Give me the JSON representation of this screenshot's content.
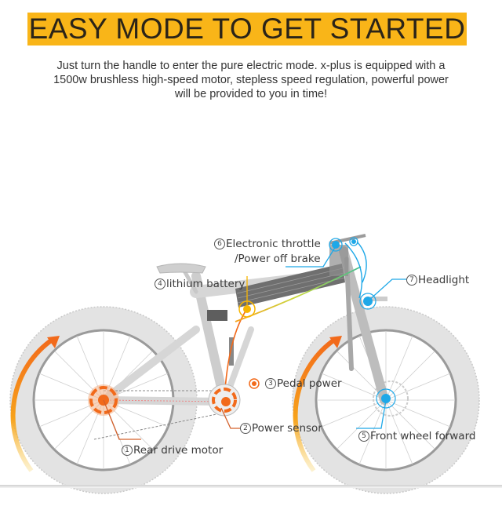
{
  "banner": {
    "title": "EASY MODE TO GET STARTED",
    "background_color": "#F9B518"
  },
  "description": {
    "lines": [
      "Just turn the handle to enter the pure electric mode. x-plus is equipped with a",
      "1500w brushless high-speed motor, stepless speed regulation, powerful power",
      "will be provided to you in time!"
    ]
  },
  "diagram": {
    "subject": "folding electric fat-tire bike",
    "colors": {
      "rear_drive": "#F26A1B",
      "battery": "#F7B500",
      "front_electrics": "#1EA8E8",
      "cable_green": "#8CC63F",
      "tire": "#E2E2E2",
      "frame": "#D6D6D6"
    },
    "callouts": [
      {
        "num": "1",
        "glyph": "①",
        "label": "Rear drive motor"
      },
      {
        "num": "2",
        "glyph": "②",
        "label": "Power sensor"
      },
      {
        "num": "3",
        "glyph": "③",
        "label": "Pedal power"
      },
      {
        "num": "4",
        "glyph": "④",
        "label": "lithium battery"
      },
      {
        "num": "5",
        "glyph": "⑤",
        "label": "Front wheel forward"
      },
      {
        "num": "6",
        "glyph": "⑥",
        "label": "Electronic throttle",
        "label_line2": "/Power off brake"
      },
      {
        "num": "7",
        "glyph": "⑦",
        "label": "Headlight"
      }
    ]
  }
}
